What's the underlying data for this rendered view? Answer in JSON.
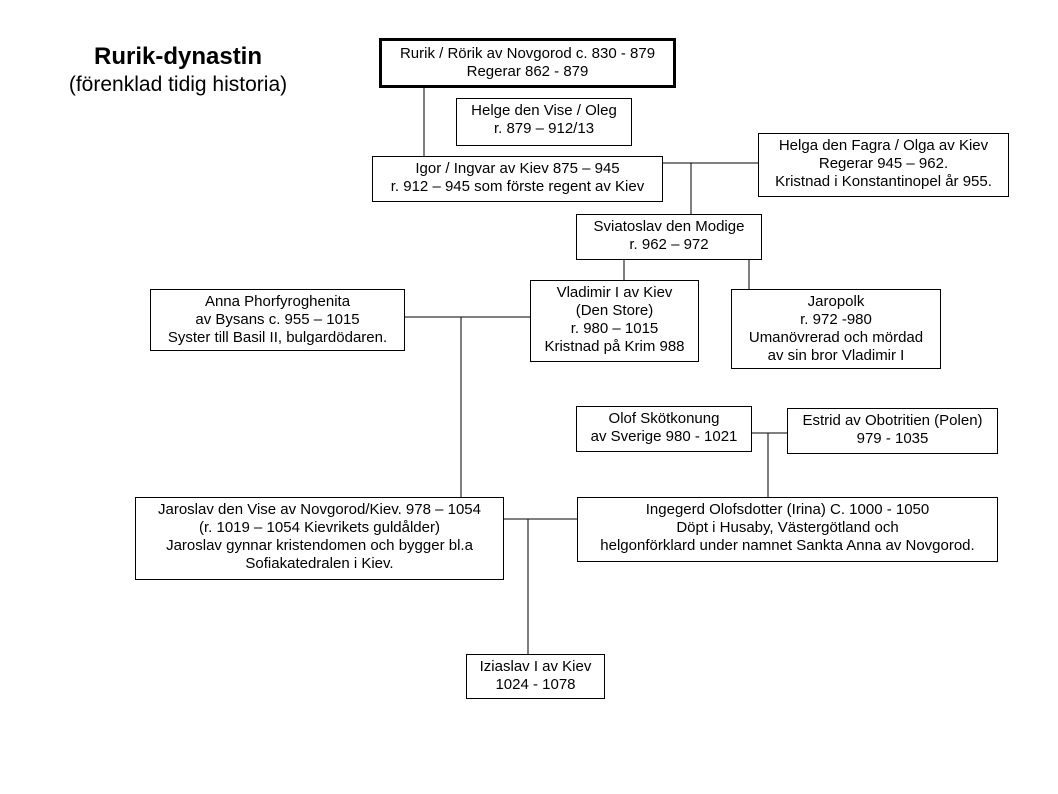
{
  "title": {
    "main": "Rurik-dynastin",
    "sub": "(förenklad tidig historia)"
  },
  "people": {
    "rurik": [
      "Rurik / Rörik av Novgorod c. 830 - 879",
      "Regerar 862 - 879"
    ],
    "helge": [
      "Helge den Vise / Oleg",
      "r. 879 – 912/13"
    ],
    "igor": [
      "Igor / Ingvar av Kiev 875 – 945",
      "r. 912 – 945 som förste regent av Kiev"
    ],
    "helga": [
      "Helga den Fagra / Olga av Kiev",
      "Regerar 945 – 962.",
      "Kristnad i Konstantinopel år 955."
    ],
    "sviatoslav": [
      "Sviatoslav den Modige",
      "r. 962 – 972"
    ],
    "vladimir": [
      "Vladimir I av Kiev",
      "(Den Store)",
      "r. 980 – 1015",
      "Kristnad på Krim 988"
    ],
    "jaropolk": [
      "Jaropolk",
      "r. 972 -980",
      "Umanövrerad och mördad",
      "av sin bror Vladimir I"
    ],
    "anna": [
      "Anna Phorfyroghenita",
      "av Bysans c. 955 – 1015",
      "Syster till Basil II, bulgardödaren."
    ],
    "olof": [
      "Olof Skötkonung",
      "av Sverige 980 - 1021"
    ],
    "estrid": [
      "Estrid av Obotritien (Polen)",
      "979 - 1035"
    ],
    "jaroslav": [
      "Jaroslav den Vise av Novgorod/Kiev. 978 – 1054",
      "(r. 1019 – 1054 Kievrikets guldålder)",
      "Jaroslav gynnar kristendomen och bygger bl.a",
      "Sofiakatedralen i Kiev."
    ],
    "ingegerd": [
      "Ingegerd Olofsdotter (Irina) C. 1000 - 1050",
      "Döpt i Husaby, Västergötland och",
      "helgonförklard under namnet Sankta Anna av Novgorod."
    ],
    "iziaslav": [
      "Iziaslav I av Kiev",
      "1024 - 1078"
    ]
  }
}
